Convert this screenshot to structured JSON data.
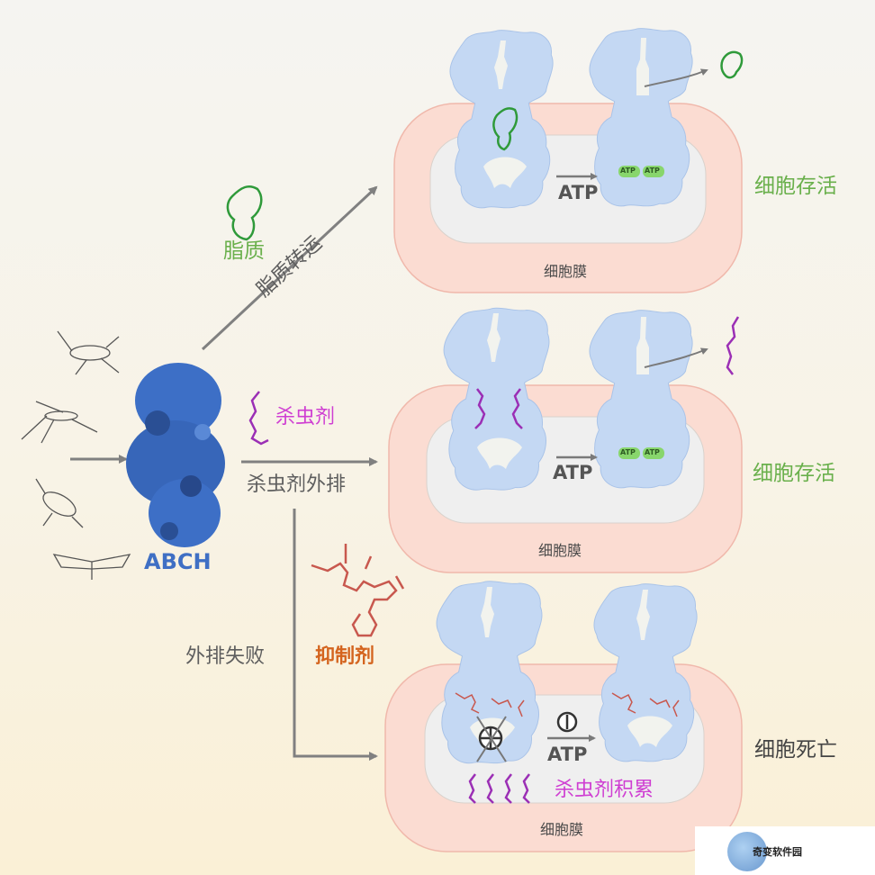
{
  "labels": {
    "abch": "ABCH",
    "lipid": "脂质",
    "lipid_transport": "脂质转运",
    "insecticide": "杀虫剂",
    "insecticide_efflux": "杀虫剂外排",
    "efflux_failure": "外排失败",
    "inhibitor": "抑制剂",
    "cell_survival_1": "细胞存活",
    "cell_survival_2": "细胞存活",
    "cell_death": "细胞死亡",
    "membrane_1": "细胞膜",
    "membrane_2": "细胞膜",
    "membrane_3": "细胞膜",
    "atp_1": "ATP",
    "atp_2": "ATP",
    "atp_3": "ATP",
    "insecticide_accumulation": "杀虫剂积累",
    "atp_small": "ATP",
    "watermark": "奇变软件园"
  },
  "colors": {
    "lipid_green": "#3cc24a",
    "insecticide_magenta": "#9b2fb5",
    "inhibitor_red": "#c8584e",
    "protein_blue": "#c4d8f3",
    "membrane_pink": "#fbdcd2",
    "abch_blue": "#3d6fc6",
    "arrow_gray": "#808080"
  }
}
